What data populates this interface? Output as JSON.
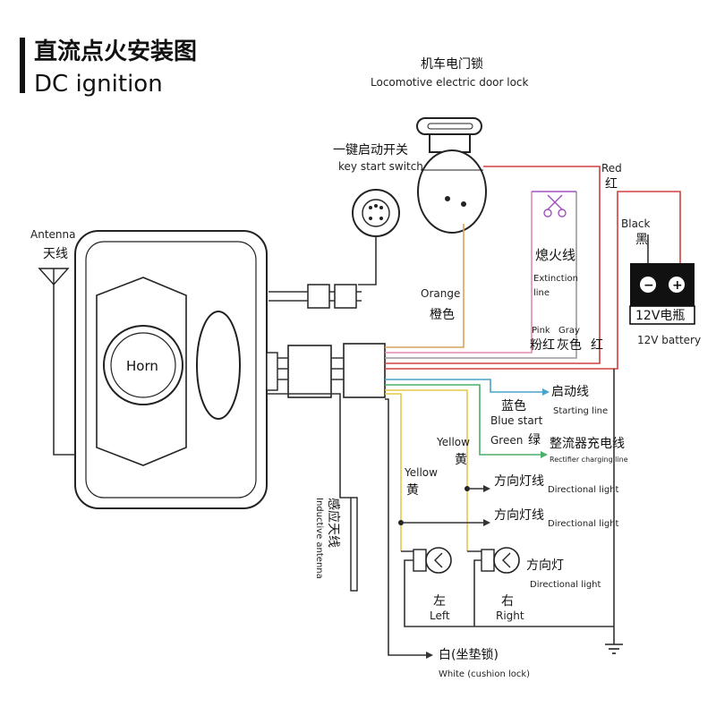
{
  "title": {
    "zh": "直流点火安装图",
    "en": "DC ignition"
  },
  "labels": {
    "door_lock_zh": "机车电门锁",
    "door_lock_en": "Locomotive electric door lock",
    "key_start_zh": "一键启动开关",
    "key_start_en": "key start switch",
    "antenna_en": "Antenna",
    "antenna_zh": "天线",
    "horn": "Horn",
    "orange_en": "Orange",
    "orange_zh": "橙色",
    "extinction_zh": "熄火线",
    "extinction_en1": "Extinction",
    "extinction_en2": "line",
    "red_en": "Red",
    "red_zh": "红",
    "black_en": "Black",
    "black_zh": "黑",
    "battery_zh": "12V电瓶",
    "battery_en": "12V battery",
    "pink_en": "Pink",
    "pink_zh": "粉红",
    "gray_en": "Gray",
    "gray_zh": "灰色",
    "red2_zh": "红",
    "blue_zh": "蓝色",
    "blue_en": "Blue start",
    "start_line_zh": "启动线",
    "start_line_en": "Starting line",
    "green_en": "Green",
    "green_zh": "绿",
    "yellow1_en": "Yellow",
    "yellow1_zh": "黄",
    "yellow2_en": "Yellow",
    "yellow2_zh": "黄",
    "rectifier_zh": "整流器充电线",
    "rectifier_en": "Rectifier charging line",
    "dir1_zh": "方向灯线",
    "dir1_en": "Directional light",
    "dir2_zh": "方向灯线",
    "dir2_en": "Directional light",
    "dirlamp_zh": "方向灯",
    "dirlamp_en": "Directional light",
    "left_zh": "左",
    "left_en": "Left",
    "right_zh": "右",
    "right_en": "Right",
    "inductive_zh": "感应天线",
    "inductive_en": "Inductive antenna",
    "white_zh": "白(坐垫锁)",
    "white_en": "White (cushion lock)",
    "minus": "−",
    "plus": "+"
  },
  "colors": {
    "wire": "#333333",
    "orange": "#d9a35a",
    "pink": "#e08ab0",
    "gray": "#9a9a9a",
    "red": "#d04040",
    "blue": "#4aa3c8",
    "green": "#4caf6a",
    "yellow": "#e3c84a",
    "purple": "#a050c0",
    "box": "#222222",
    "battery": "#111111"
  }
}
